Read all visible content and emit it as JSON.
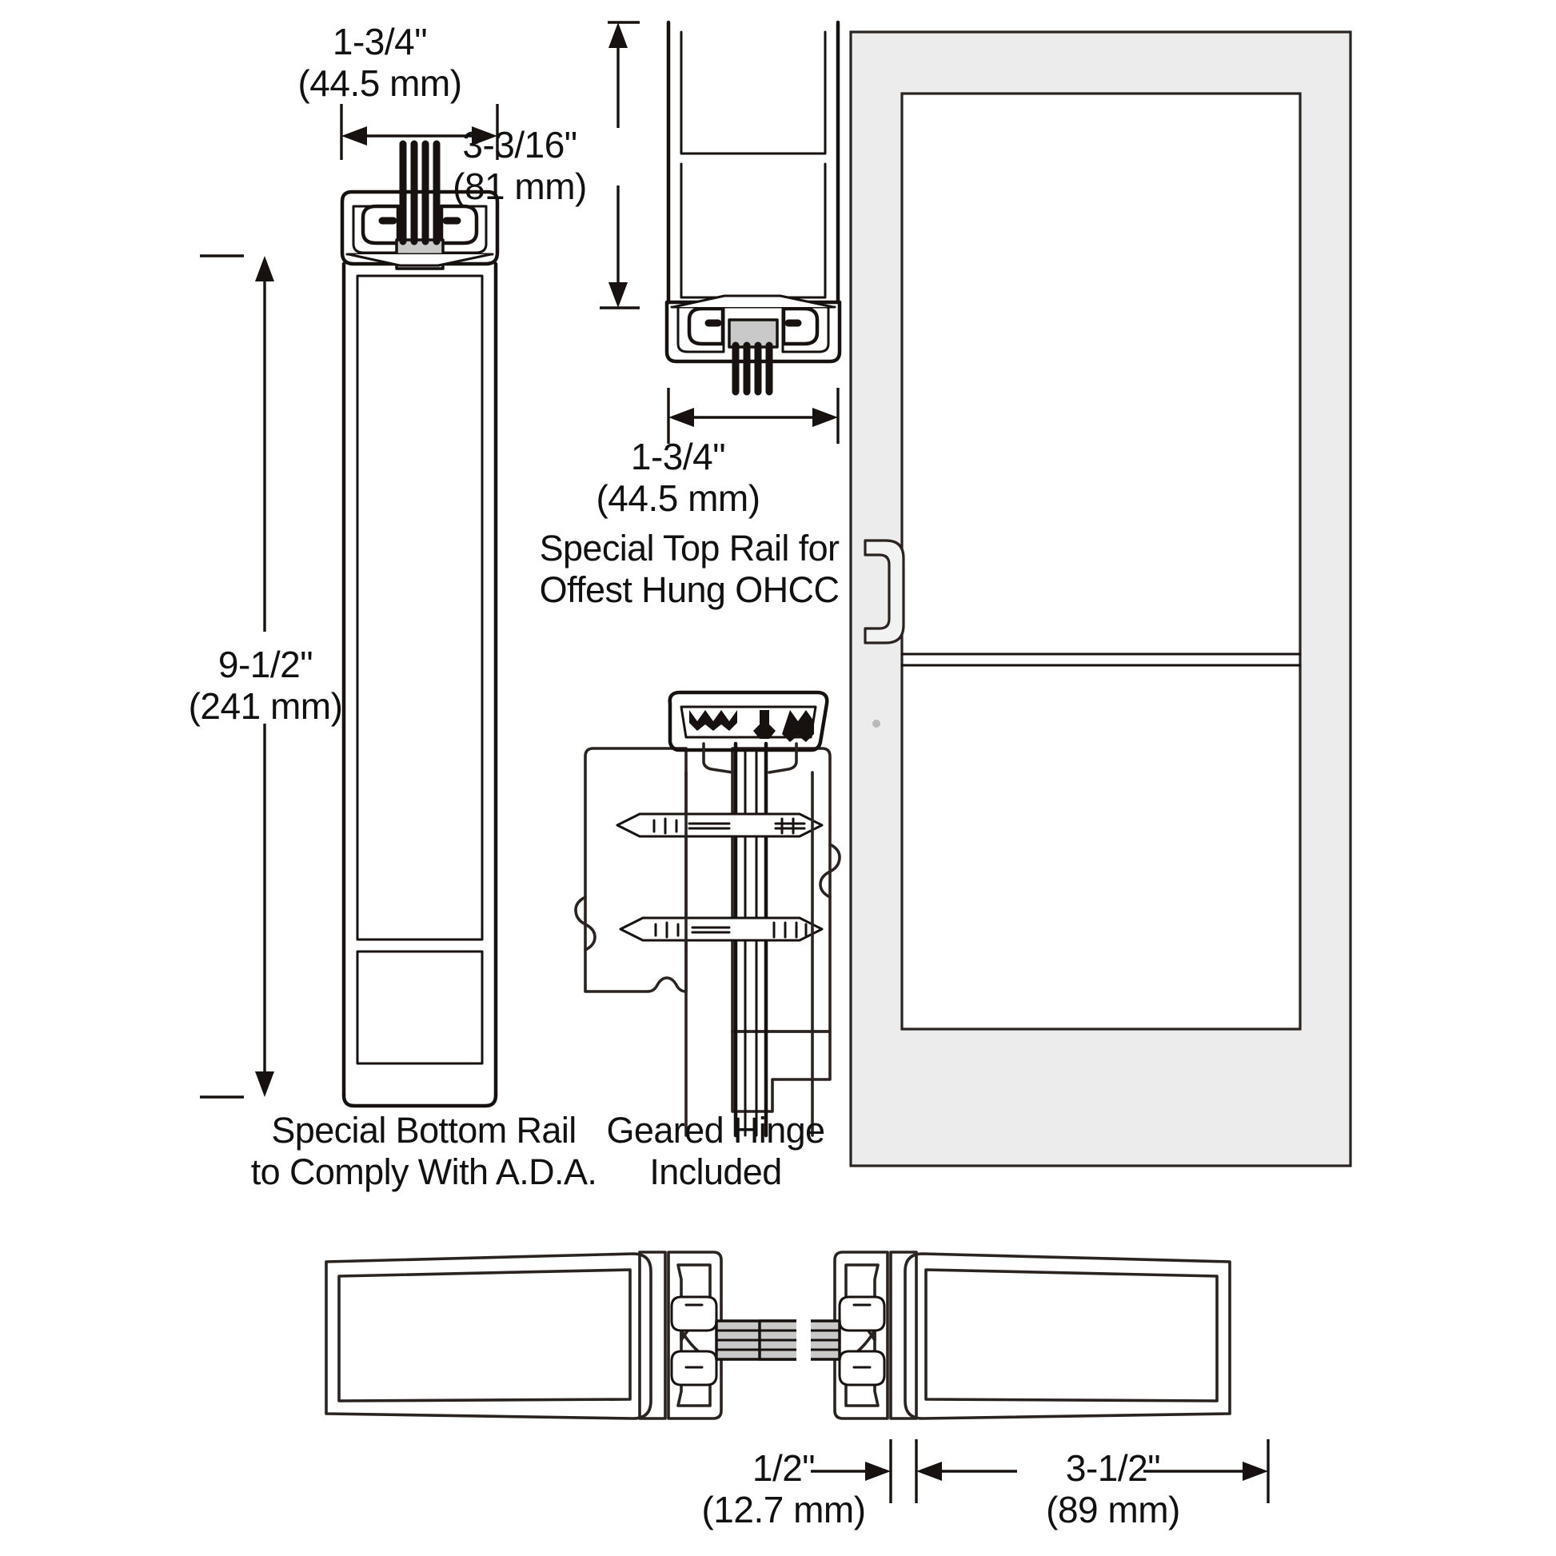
{
  "diagram": {
    "title": "Aluminum Entrance Door Rail and Stile Detail Drawing",
    "background_color": "#ffffff",
    "line_color": "#17120f",
    "panel_fill": "#eceded",
    "metal_fill": "#f3f3f3"
  },
  "dimensions": {
    "bottom_rail_width": {
      "imperial": "1-3/4\"",
      "metric": "(44.5 mm)"
    },
    "top_rail_depth": {
      "imperial": "3-3/16\"",
      "metric": "(81 mm)"
    },
    "top_rail_width": {
      "imperial": "1-3/4\"",
      "metric": "(44.5 mm)"
    },
    "bottom_rail_height": {
      "imperial": "9-1/2\"",
      "metric": "(241 mm)"
    },
    "glass_pocket": {
      "imperial": "1/2\"",
      "metric": "(12.7 mm)"
    },
    "stile_width": {
      "imperial": "3-1/2\"",
      "metric": "(89 mm)"
    }
  },
  "captions": {
    "top_rail": {
      "line1": "Special Top Rail for",
      "line2": "Offest Hung OHCC"
    },
    "bottom_rail": {
      "line1": "Special Bottom Rail",
      "line2": "to Comply With A.D.A."
    },
    "hinge": {
      "line1": "Geared Hinge",
      "line2": "Included"
    }
  },
  "views": {
    "bottom_rail_section": "special-bottom-rail-cross-section",
    "top_rail_section": "special-top-rail-cross-section",
    "geared_hinge_section": "geared-hinge-cross-section",
    "door_elevation": "door-elevation-with-pull-handle",
    "stile_section_pair": "horizontal-stile-cross-section-pair"
  }
}
